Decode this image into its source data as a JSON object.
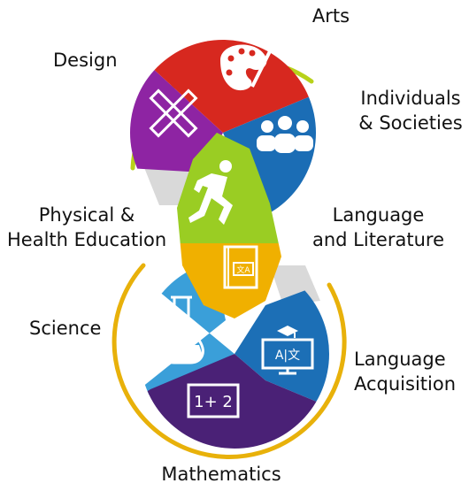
{
  "subjects": {
    "arts": {
      "label": "Arts",
      "color": "#d7281f",
      "icon": "palette-icon"
    },
    "design": {
      "label": "Design",
      "color": "#8e24a3",
      "icon": "pencil-ruler-icon"
    },
    "individuals": {
      "line1": "Individuals",
      "line2": "& Societies",
      "color": "#1b6db5",
      "icon": "people-group-icon"
    },
    "pe": {
      "line1": "Physical &",
      "line2": "Health Education",
      "color": "#9acd23",
      "icon": "running-person-icon"
    },
    "language_literature": {
      "line1": "Language",
      "line2": "and Literature",
      "color": "#f0b000",
      "icon": "translation-book-icon"
    },
    "science": {
      "label": "Science",
      "color": "#3a9fd9",
      "icon": "flask-icon"
    },
    "language_acquisition": {
      "line1": "Language",
      "line2": "Acquisition",
      "color": "#1c6fb6",
      "icon": "computer-translation-icon"
    },
    "mathematics": {
      "label": "Mathematics",
      "color": "#4a2176",
      "icon": "math-board-icon"
    }
  },
  "icon_text": {
    "book": "文A",
    "computer": "A|文",
    "board": "1+ 2"
  },
  "colors": {
    "upper_ring": "#b8d21a",
    "lower_ring": "#e8b10a",
    "background_band": "#d9d9d9"
  }
}
